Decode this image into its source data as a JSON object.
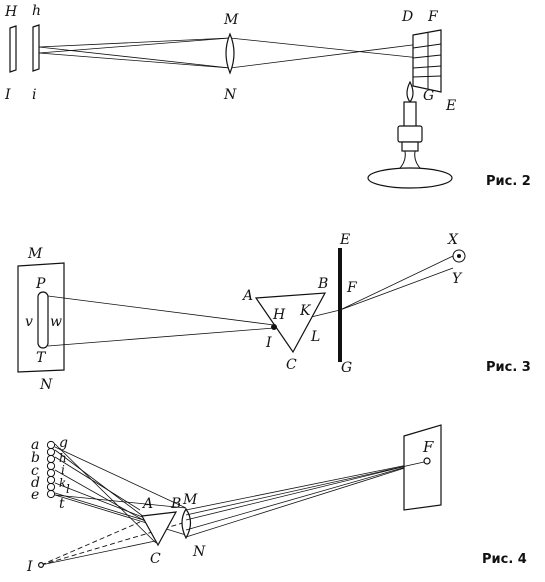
{
  "figures": {
    "fig2": {
      "caption": "Рис. 2",
      "labels": {
        "H": "H",
        "h": "h",
        "I": "I",
        "i": "i",
        "M": "M",
        "N": "N",
        "D": "D",
        "F": "F",
        "G": "G",
        "E": "E"
      }
    },
    "fig3": {
      "caption": "Рис. 3",
      "labels": {
        "M": "M",
        "N": "N",
        "P": "P",
        "T": "T",
        "v": "v",
        "w": "w",
        "A": "A",
        "B": "B",
        "C": "C",
        "H": "H",
        "I": "I",
        "K": "K",
        "L": "L",
        "E": "E",
        "F": "F",
        "G": "G",
        "X": "X",
        "Y": "Y"
      }
    },
    "fig4": {
      "caption": "Рис. 4",
      "labels": {
        "a": "a",
        "b": "b",
        "c": "c",
        "d": "d",
        "e": "e",
        "g": "g",
        "h": "h",
        "i": "i",
        "k": "k",
        "l": "l",
        "t": "t",
        "A": "A",
        "B": "B",
        "C": "C",
        "M": "M",
        "N": "N",
        "F": "F",
        "I": "I"
      }
    }
  }
}
